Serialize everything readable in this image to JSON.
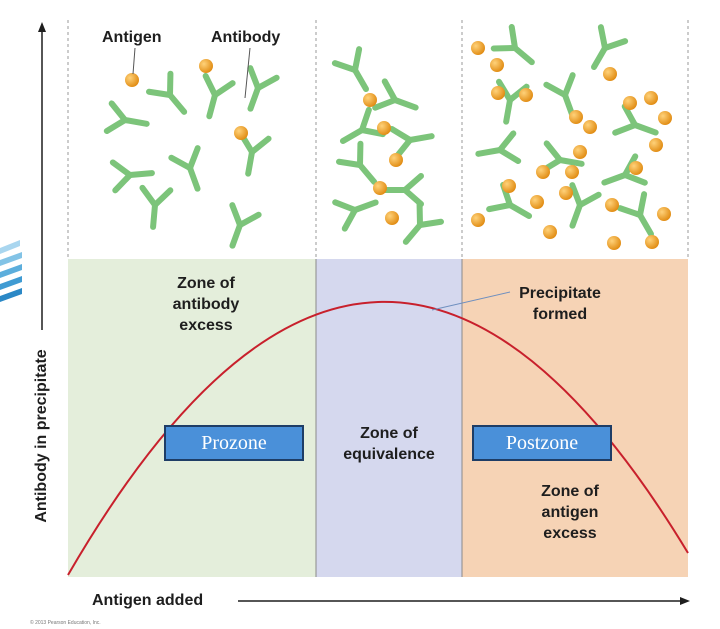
{
  "labels": {
    "antigen": "Antigen",
    "antibody": "Antibody",
    "precipitate": [
      "Precipitate",
      "formed"
    ]
  },
  "zones": {
    "antibody_excess": [
      "Zone of",
      "antibody",
      "excess"
    ],
    "equivalence": [
      "Zone of",
      "equivalence"
    ],
    "antigen_excess": [
      "Zone of",
      "antigen",
      "excess"
    ]
  },
  "boxes": {
    "prozone": "Prozone",
    "postzone": "Postzone"
  },
  "axes": {
    "x": "Antigen added",
    "y": "Antibody in precipitate"
  },
  "copyright": "© 2013 Pearson Education, Inc.",
  "colors": {
    "zone_antibody_excess": "#e4eedb",
    "zone_equivalence": "#d5d8ee",
    "zone_antigen_excess": "#f6d3b5",
    "curve": "#c8202c",
    "antibody": "#7cc47a",
    "antigen": "#f0a22a",
    "box_fill": "#4a90d9"
  }
}
